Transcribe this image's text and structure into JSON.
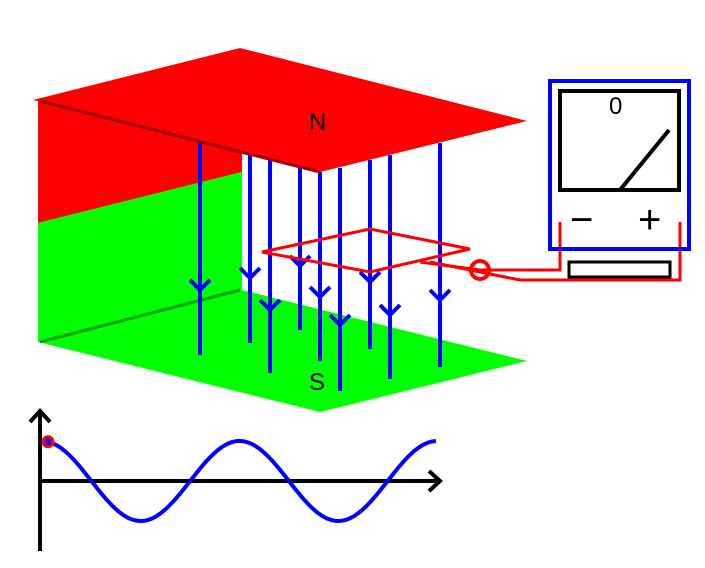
{
  "magnet": {
    "north_label": "N",
    "south_label": "S",
    "north_color": "#ff0000",
    "south_color": "#00ff00"
  },
  "field": {
    "line_color": "#0000ff",
    "direction": "down",
    "line_count": 9
  },
  "meter": {
    "reading_label": "0",
    "minus_label": "−",
    "plus_label": "+",
    "frame_color": "#0000ff"
  },
  "circuit": {
    "wire_color": "#ff0000"
  },
  "graph": {
    "curve_color": "#0000ff",
    "marker_color": "#ff0000",
    "cycles_shown": 2,
    "current_phase": 0
  }
}
